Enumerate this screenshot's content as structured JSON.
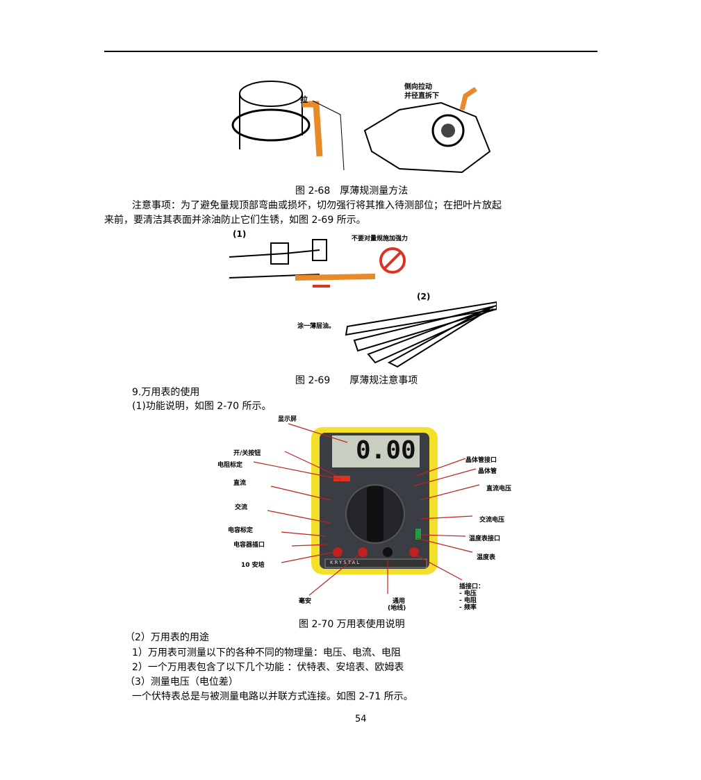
{
  "fig68": {
    "caption": "图 2-68　厚薄规测量方法",
    "label_pull": "拉",
    "label_side": "侧向拉动",
    "label_side2": "并径直拆下"
  },
  "para1": {
    "line1": "注意事项：为了避免量规顶部弯曲或损坏，切勿强行将其推入待测部位；在把叶片放起",
    "line2": "来前，要清洁其表面并涂油防止它们生锈，如图 2-69 所示。"
  },
  "fig69": {
    "caption": "图 2-69　　厚薄规注意事项",
    "label1": "(1)",
    "label2": "(2)",
    "warn": "不要对量规施加强力",
    "oil": "涂一薄层油。"
  },
  "section9": "9.万用表的使用",
  "sub1": "(1)功能说明，如图 2-70 所示。",
  "fig70": {
    "caption": "图 2-70  万用表使用说明",
    "display_value": "0.00",
    "brand": "KRYSTAL",
    "labels": {
      "display": "显示屏",
      "power": "开/关按钮",
      "resistance": "电阻标定",
      "dc": "直流",
      "ac": "交流",
      "cap": "电容标定",
      "cap_jack": "电容器插口",
      "amp10": "10 安培",
      "ma": "毫安",
      "com1": "通用",
      "com2": "(地线)",
      "trans_jack": "晶体管接口",
      "trans": "晶体管",
      "dcv": "直流电压",
      "acv": "交流电压",
      "temp_jack": "温度表接口",
      "temp": "温度表",
      "jack": "插接口：",
      "jack_v": "- 电压",
      "jack_r": "- 电阻",
      "jack_f": "- 频率"
    }
  },
  "sub2": "（2）万用表的用途",
  "item1": "1）万用表可测量以下的各种不同的物理量：电压、电流、电阻",
  "item2": "2）一个万用表包含了以下几个功能 ：伏特表、安培表、欧姆表",
  "sub3": "（3）测量电压（电位差）",
  "para2": "一个伏特表总是与被测量电路以并联方式连接。如图 2-71 所示。",
  "page_number": "54"
}
